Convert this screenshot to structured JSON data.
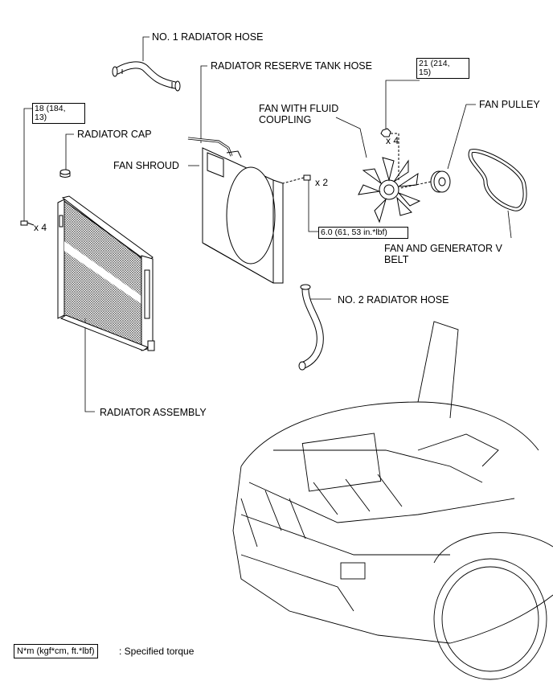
{
  "labels": {
    "no1_hose": "NO. 1 RADIATOR HOSE",
    "reserve_hose": "RADIATOR RESERVE TANK HOSE",
    "fan_coupling_line1": "FAN WITH FLUID",
    "fan_coupling_line2": "COUPLING",
    "fan_pulley": "FAN PULLEY",
    "radiator_cap": "RADIATOR CAP",
    "fan_shroud": "FAN SHROUD",
    "belt_line1": "FAN AND GENERATOR V",
    "belt_line2": "BELT",
    "no2_hose": "NO. 2 RADIATOR HOSE",
    "radiator_assembly": "RADIATOR ASSEMBLY"
  },
  "torques": {
    "fan_bolt_line1": "21 (214,",
    "fan_bolt_line2": "15)",
    "radiator_bolt_line1": "18 (184,",
    "radiator_bolt_line2": "13)",
    "shroud_bolt": "6.0 (61, 53 in.*lbf)"
  },
  "quantities": {
    "fan_nut": "x 4",
    "shroud_bolt": "x 2",
    "radiator_bolt": "x 4"
  },
  "legend": {
    "unit": "N*m (kgf*cm, ft.*lbf)",
    "text": ": Specified torque"
  }
}
